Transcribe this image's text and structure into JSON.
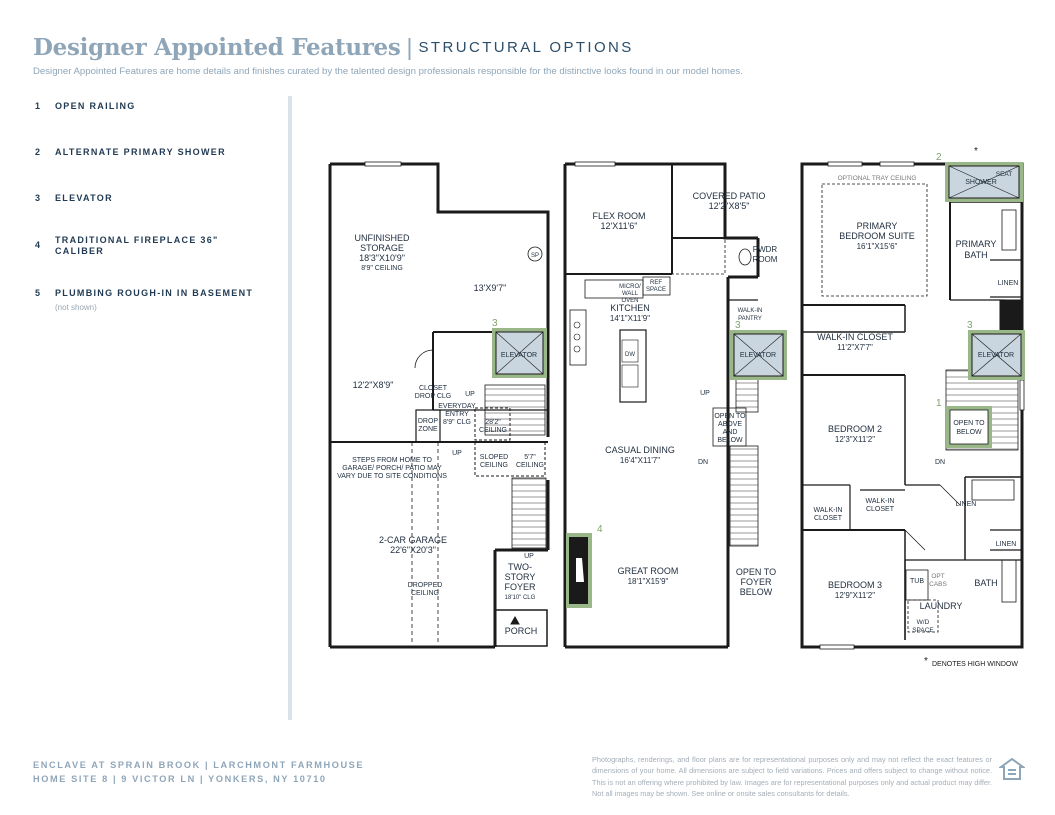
{
  "header": {
    "title": "Designer Appointed Features",
    "separator": "|",
    "subtitle": "STRUCTURAL OPTIONS",
    "intro": "Designer Appointed Features are home details and finishes curated by the talented design professionals responsible for the distinctive looks found in our model homes."
  },
  "options": [
    {
      "num": "1",
      "label": "OPEN RAILING"
    },
    {
      "num": "2",
      "label": "ALTERNATE PRIMARY SHOWER"
    },
    {
      "num": "3",
      "label": "ELEVATOR"
    },
    {
      "num": "4",
      "label": "TRADITIONAL FIREPLACE 36\" CALIBER"
    },
    {
      "num": "5",
      "label": "PLUMBING ROUGH-IN IN BASEMENT"
    }
  ],
  "options_note": "(not shown)",
  "colors": {
    "accent": "#8fa6b9",
    "navy": "#1f3a52",
    "highlight": "#9ab789",
    "wall": "#1a1a1a"
  },
  "plans": {
    "lower": {
      "storage_name": "UNFINISHED",
      "storage_name2": "STORAGE",
      "storage_dim": "18'3\"X10'9\"",
      "storage_ceiling": "8'9\" CEILING",
      "sp": "SP",
      "room_a": "13'X9'7\"",
      "room_b": "12'2\"X8'9\"",
      "closet1": "CLOSET",
      "closet2": "DROP CLG",
      "drop1": "DROP",
      "drop2": "ZONE",
      "entry1": "EVERYDAY",
      "entry2": "ENTRY",
      "entry3": "8'9\" CLG",
      "ceil1a": "28'2\"",
      "ceil1b": "CEILING",
      "slope1": "SLOPED",
      "slope2": "CEILING",
      "ceil2a": "5'7\"",
      "ceil2b": "CEILING",
      "up": "UP",
      "steps1": "STEPS FROM HOME TO",
      "steps2": "GARAGE/ PORCH/ PATIO MAY",
      "steps3": "VARY DUE TO SITE CONDITIONS",
      "garage_name": "2-CAR GARAGE",
      "garage_dim": "22'6\"X20'3\"",
      "dropped1": "DROPPED",
      "dropped2": "CEILING",
      "foyer1": "TWO-",
      "foyer2": "STORY",
      "foyer3": "FOYER",
      "foyer_clg": "18'10\" CLG",
      "porch": "PORCH"
    },
    "main": {
      "flex_name": "FLEX ROOM",
      "flex_dim": "12'X11'6\"",
      "patio_name": "COVERED PATIO",
      "patio_dim": "12'2\"X8'5\"",
      "pwdr1": "PWDR",
      "pwdr2": "ROOM",
      "micro1": "MICRO/",
      "micro2": "WALL",
      "micro3": "OVEN",
      "ref1": "REF",
      "ref2": "SPACE",
      "kitchen_name": "KITCHEN",
      "kitchen_dim": "14'1\"X11'9\"",
      "pantry1": "WALK-IN",
      "pantry2": "PANTRY",
      "dw": "DW",
      "up": "UP",
      "dn": "DN",
      "open1": "OPEN TO",
      "open2": "ABOVE",
      "open3": "AND",
      "open4": "BELOW",
      "dining_name": "CASUAL DINING",
      "dining_dim": "16'4\"X11'7\"",
      "great_name": "GREAT ROOM",
      "great_dim": "18'1\"X15'9\"",
      "foyer1": "OPEN TO",
      "foyer2": "FOYER",
      "foyer3": "BELOW"
    },
    "upper": {
      "tray": "OPTIONAL TRAY CEILING",
      "primary1": "PRIMARY",
      "primary2": "BEDROOM SUITE",
      "primary_dim": "16'1\"X15'6\"",
      "seat": "SEAT",
      "shower": "SHOWER",
      "bath1": "PRIMARY",
      "bath2": "BATH",
      "linen": "LINEN",
      "wic_name": "WALK-IN CLOSET",
      "wic_dim": "11'2\"X7'7\"",
      "bed2_name": "BEDROOM 2",
      "bed2_dim": "12'3\"X11'2\"",
      "open1": "OPEN TO",
      "open2": "BELOW",
      "dn": "DN",
      "wic2a": "WALK-IN",
      "wic2b": "CLOSET",
      "wic3a": "WALK-IN",
      "wic3b": "CLOSET",
      "bed3_name": "BEDROOM 3",
      "bed3_dim": "12'9\"X11'2\"",
      "tub": "TUB",
      "opt1": "OPT",
      "opt2": "CABS",
      "laundry": "LAUNDRY",
      "wd1": "W/D",
      "wd2": "SPACE",
      "bath": "BATH",
      "asterisk": "*",
      "legend": "DENOTES HIGH WINDOW"
    },
    "elevator": "ELEVATOR",
    "markers": {
      "railing": "1",
      "shower": "2",
      "elevator": "3",
      "fireplace": "4"
    }
  },
  "footer": {
    "line1": "ENCLAVE AT SPRAIN BROOK  |  LARCHMONT FARMHOUSE",
    "line2": "HOME SITE 8  |  9 VICTOR LN  |  YONKERS, NY 10710",
    "disclaimer": "Photographs, renderings, and floor plans are for representational purposes only and may not reflect the exact features or dimensions of your home. All dimensions are subject to field variations. Prices and offers subject to change without notice. This is not an offering where prohibited by law. Images are for representational purposes only and actual product may differ. Not all images may be shown. See online or onsite sales consultants for details.",
    "logo_icon": "equal-housing-opportunity-icon"
  }
}
